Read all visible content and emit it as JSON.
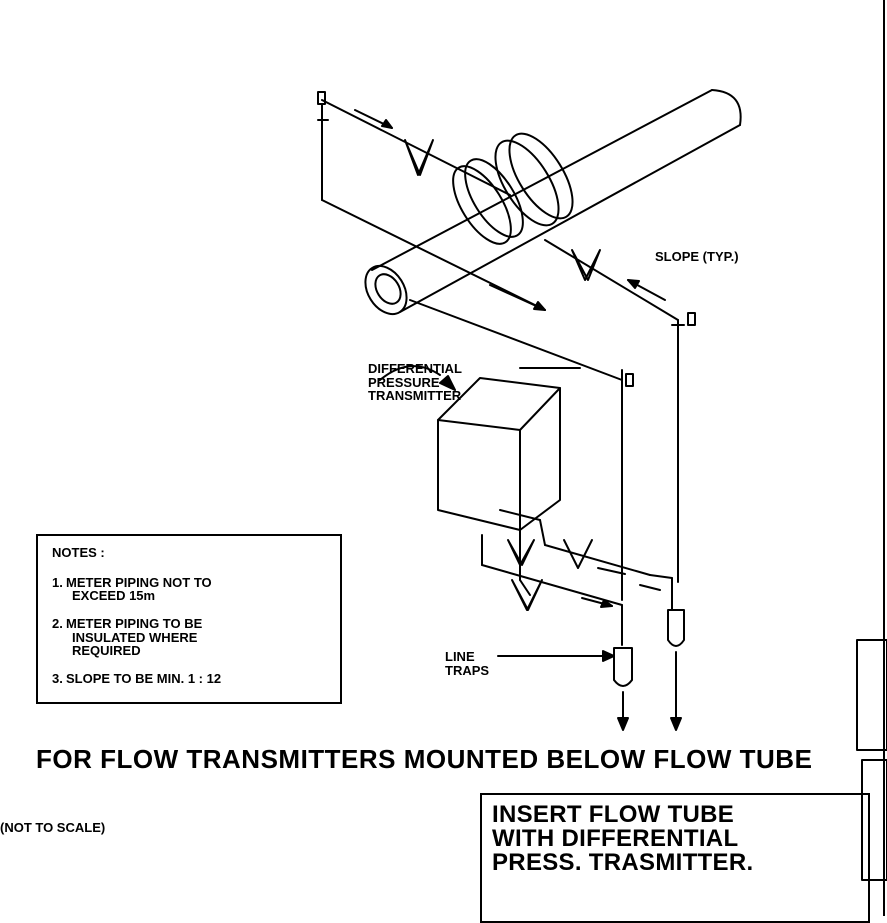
{
  "labels": {
    "slope": "SLOPE (TYP.)",
    "transmitter_line1": "DIFFERENTIAL",
    "transmitter_line2": "PRESSURE",
    "transmitter_line3": "TRANSMITTER",
    "traps_line1": "LINE",
    "traps_line2": "TRAPS"
  },
  "notes": {
    "title": "NOTES :",
    "items": [
      {
        "num": "1.",
        "line1": "METER PIPING NOT TO",
        "line2": "EXCEED 15m"
      },
      {
        "num": "2.",
        "line1": "METER PIPING TO BE",
        "line2": "INSULATED WHERE",
        "line3": "REQUIRED"
      },
      {
        "num": "3.",
        "line1": "SLOPE TO BE MIN. 1 : 12"
      }
    ]
  },
  "caption": "FOR FLOW TRANSMITTERS MOUNTED BELOW FLOW TUBE",
  "scale_note": "(NOT TO SCALE)",
  "title_block": {
    "line1": "INSERT FLOW TUBE",
    "line2": "WITH DIFFERENTIAL",
    "line3": "PRESS. TRASMITTER."
  }
}
